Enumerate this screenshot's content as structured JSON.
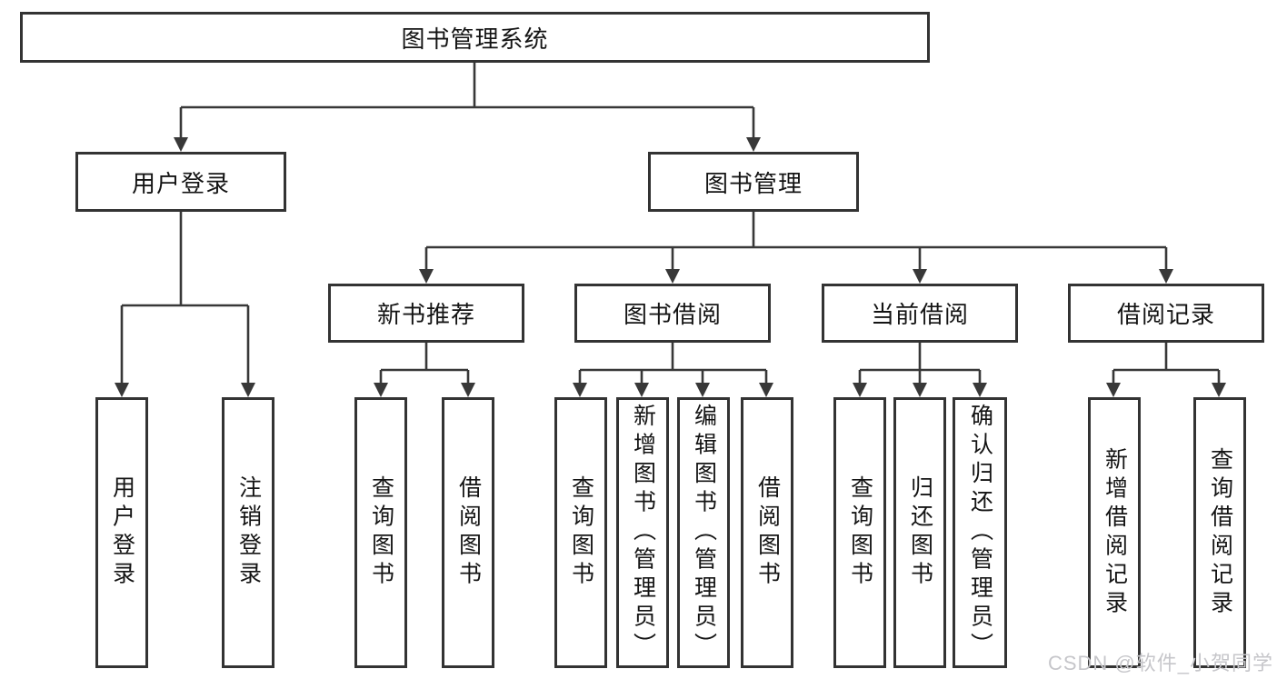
{
  "diagram": {
    "type": "hierarchy-tree",
    "title": "图书管理系统",
    "nodes": {
      "root": {
        "label": "图书管理系统"
      },
      "user_login": {
        "label": "用户登录"
      },
      "book_management": {
        "label": "图书管理"
      },
      "new_book_recommend": {
        "label": "新书推荐"
      },
      "book_borrow": {
        "label": "图书借阅"
      },
      "current_borrow": {
        "label": "当前借阅"
      },
      "borrow_records": {
        "label": "借阅记录"
      },
      "leaf_user_login": {
        "label": "用户登录"
      },
      "leaf_logout_login": {
        "label": "注销登录"
      },
      "recommend_query_book": {
        "label": "查询图书"
      },
      "recommend_borrow_book": {
        "label": "借阅图书"
      },
      "borrow_query_book": {
        "label": "查询图书"
      },
      "borrow_add_book": {
        "label": "新增图书（管理员）"
      },
      "borrow_edit_book": {
        "label": "编辑图书（管理员）"
      },
      "borrow_borrow_book": {
        "label": "借阅图书"
      },
      "current_query_book": {
        "label": "查询图书"
      },
      "current_return_book": {
        "label": "归还图书"
      },
      "current_confirm_return": {
        "label": "确认归还（管理员）"
      },
      "records_add_record": {
        "label": "新增借阅记录"
      },
      "records_query_record": {
        "label": "查询借阅记录"
      }
    },
    "edges": [
      [
        "图书管理系统",
        "用户登录"
      ],
      [
        "图书管理系统",
        "图书管理"
      ],
      [
        "用户登录",
        "用户登录(叶)"
      ],
      [
        "用户登录",
        "注销登录"
      ],
      [
        "图书管理",
        "新书推荐"
      ],
      [
        "图书管理",
        "图书借阅"
      ],
      [
        "图书管理",
        "当前借阅"
      ],
      [
        "图书管理",
        "借阅记录"
      ],
      [
        "新书推荐",
        "查询图书"
      ],
      [
        "新书推荐",
        "借阅图书"
      ],
      [
        "图书借阅",
        "查询图书"
      ],
      [
        "图书借阅",
        "新增图书（管理员）"
      ],
      [
        "图书借阅",
        "编辑图书（管理员）"
      ],
      [
        "图书借阅",
        "借阅图书"
      ],
      [
        "当前借阅",
        "查询图书"
      ],
      [
        "当前借阅",
        "归还图书"
      ],
      [
        "当前借阅",
        "确认归还（管理员）"
      ],
      [
        "借阅记录",
        "新增借阅记录"
      ],
      [
        "借阅记录",
        "查询借阅记录"
      ]
    ],
    "colors": {
      "line": "#383838",
      "box_border": "#333333",
      "box_fill": "#ffffff",
      "text": "#141414",
      "background": "#ffffff",
      "watermark": "#c6c6ca"
    }
  },
  "watermark": {
    "text": "CSDN @软件_小贺同学"
  }
}
